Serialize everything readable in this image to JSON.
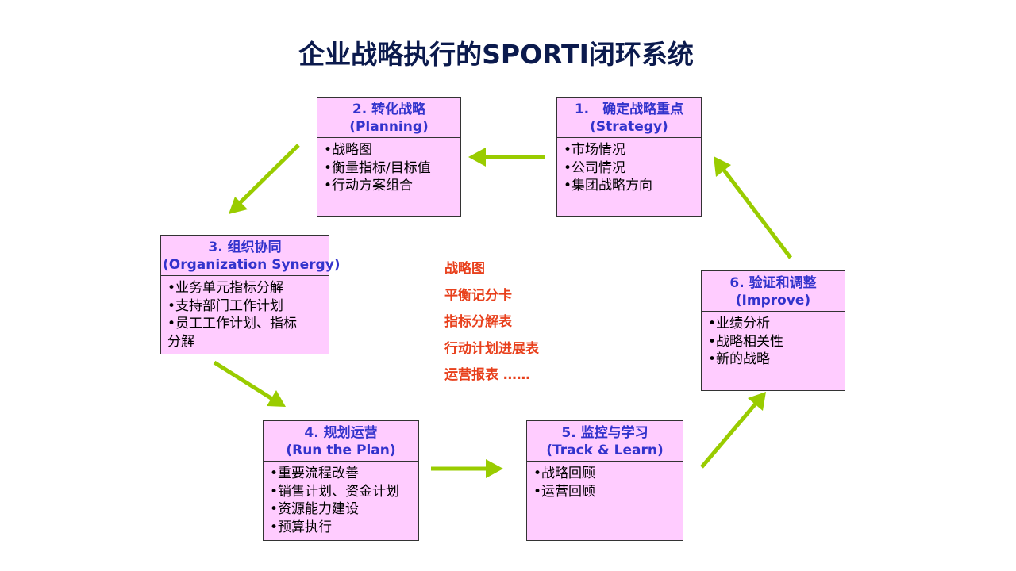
{
  "title": "企业战略执行的SPORTI闭环系统",
  "colors": {
    "box_fill": "#ffccff",
    "box_heading": "#3333cc",
    "title": "#0b1a4d",
    "tools_text": "#e8401c",
    "arrow": "#99cc00"
  },
  "boxes": [
    {
      "id": "strategy",
      "title": "1.　确定战略重点",
      "subtitle": "(Strategy)",
      "items": [
        "•市场情况",
        "•公司情况",
        "•集团战略方向"
      ]
    },
    {
      "id": "planning",
      "title": "2. 转化战略",
      "subtitle": "(Planning)",
      "items": [
        "•战略图",
        "•衡量指标/目标值",
        "•行动方案组合"
      ]
    },
    {
      "id": "organization",
      "title": "3. 组织协同",
      "subtitle": "(Organization Synergy)",
      "items": [
        "•业务单元指标分解",
        "•支持部门工作计划",
        "•员工工作计划、指标",
        "分解"
      ]
    },
    {
      "id": "run",
      "title": "4. 规划运营",
      "subtitle": "(Run the Plan)",
      "items": [
        "•重要流程改善",
        "•销售计划、资金计划",
        "•资源能力建设",
        "•预算执行"
      ]
    },
    {
      "id": "track",
      "title": "5. 监控与学习",
      "subtitle": "(Track & Learn)",
      "items": [
        "•战略回顾",
        "•运营回顾"
      ]
    },
    {
      "id": "improve",
      "title": "6. 验证和调整",
      "subtitle": "(Improve)",
      "items": [
        "•业绩分析",
        "•战略相关性",
        "•新的战略"
      ]
    }
  ],
  "tools": [
    "战略图",
    "平衡记分卡",
    "指标分解表",
    "行动计划进展表",
    "运营报表 ……"
  ]
}
